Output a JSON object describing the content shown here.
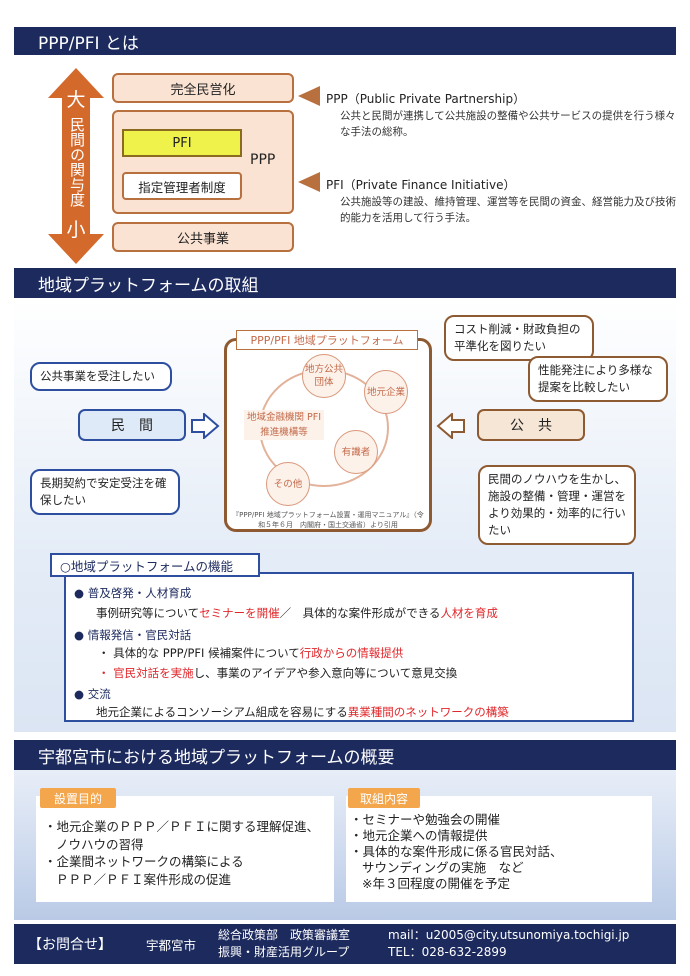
{
  "section1": {
    "title": "PPP/PFI とは",
    "scale_top": "大",
    "scale_mid": "民間の関与度",
    "scale_bottom": "小",
    "box_full_privatization": "完全民営化",
    "box_pfi": "PFI",
    "box_designated": "指定管理者制度",
    "box_ppp_label": "PPP",
    "box_public_works": "公共事業",
    "ppp_title": "PPP（Public Private Partnership）",
    "ppp_desc": "公共と民間が連携して公共施設の整備や公共サービスの提供を行う様々な手法の総称。",
    "pfi_title": "PFI（Private Finance Initiative）",
    "pfi_desc": "公共施設等の建設、維持管理、運営等を民間の資金、経営能力及び技術的能力を活用して行う手法。"
  },
  "section2": {
    "title": "地域プラットフォームの取組",
    "bubble_private_1": "公共事業を受注したい",
    "bubble_private_2": "長期契約で安定受注を確保したい",
    "private_label": "民　間",
    "public_label": "公　共",
    "bubble_public_1": "コスト削減・財政負担の平準化を図りたい",
    "bubble_public_2": "性能発注により多様な提案を比較したい",
    "bubble_public_3": "民間のノウハウを生かし、施設の整備・管理・運営をより効果的・効率的に行いたい",
    "platform_title": "PPP/PFI 地域プラットフォーム",
    "members": {
      "local_gov": "地方公共団体",
      "local_company": "地元企業",
      "finance": "地域金融機関 PFI 推進機構等",
      "experts": "有識者",
      "others": "その他"
    },
    "source_note": "『PPP/PFI 地域プラットフォーム設置・運用マニュアル』（令和５年６月　内閣府・国土交通省）より引用",
    "functions_title": "○地域プラットフォームの機能",
    "f1_head": "普及啓発・人材育成",
    "f1_a": "事例研究等について",
    "f1_b": "セミナーを開催",
    "f1_c": "／　具体的な案件形成ができる",
    "f1_d": "人材を育成",
    "f2_head": "情報発信・官民対話",
    "f2_line1_a": "・ 具体的な PPP/PFI 候補案件について",
    "f2_line1_b": "行政からの情報提供",
    "f2_line2_bullet": "・ ",
    "f2_line2_a": "官民対話を実施",
    "f2_line2_b": "し、事業のアイデアや参入意向等について意見交換",
    "f3_head": "交流",
    "f3_a": "地元企業によるコンソーシアム組成を容易にする",
    "f3_b": "異業種間のネットワークの構築"
  },
  "section3": {
    "title": "宇都宮市における地域プラットフォームの概要",
    "purpose_tag": "設置目的",
    "purpose_1": "・地元企業のＰＰＰ／ＰＦＩに関する理解促進、",
    "purpose_1b": "ノウハウの習得",
    "purpose_2": "・企業間ネットワークの構築による",
    "purpose_2b": "ＰＰＰ／ＰＦＩ案件形成の促進",
    "activity_tag": "取組内容",
    "activity_1": "・セミナーや勉強会の開催",
    "activity_2": "・地元企業への情報提供",
    "activity_3": "・具体的な案件形成に係る官民対話、",
    "activity_3b": "サウンディングの実施　など",
    "activity_4": "※年３回程度の開催を予定"
  },
  "footer": {
    "contact_label": "【お問合せ】",
    "city": "宇都宮市",
    "dept_1": "総合政策部　政策審議室",
    "dept_2": "振興・財産活用グループ",
    "mail": "mail：u2005@city.utsunomiya.tochigi.jp",
    "tel": "TEL：028-632-2899"
  },
  "colors": {
    "navy": "#1c2a5e",
    "brown": "#b9703f",
    "red": "#e0272b",
    "yellow": "#eef24a"
  }
}
